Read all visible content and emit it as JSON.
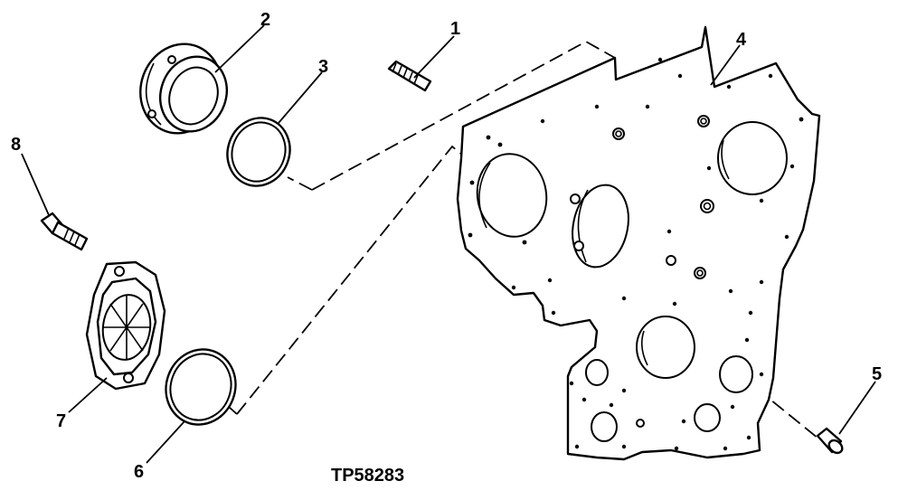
{
  "diagram": {
    "figure_id": "TP58283",
    "callouts": [
      {
        "id": "1",
        "label": "1"
      },
      {
        "id": "2",
        "label": "2"
      },
      {
        "id": "3",
        "label": "3"
      },
      {
        "id": "4",
        "label": "4"
      },
      {
        "id": "5",
        "label": "5"
      },
      {
        "id": "6",
        "label": "6"
      },
      {
        "id": "7",
        "label": "7"
      },
      {
        "id": "8",
        "label": "8"
      }
    ]
  }
}
